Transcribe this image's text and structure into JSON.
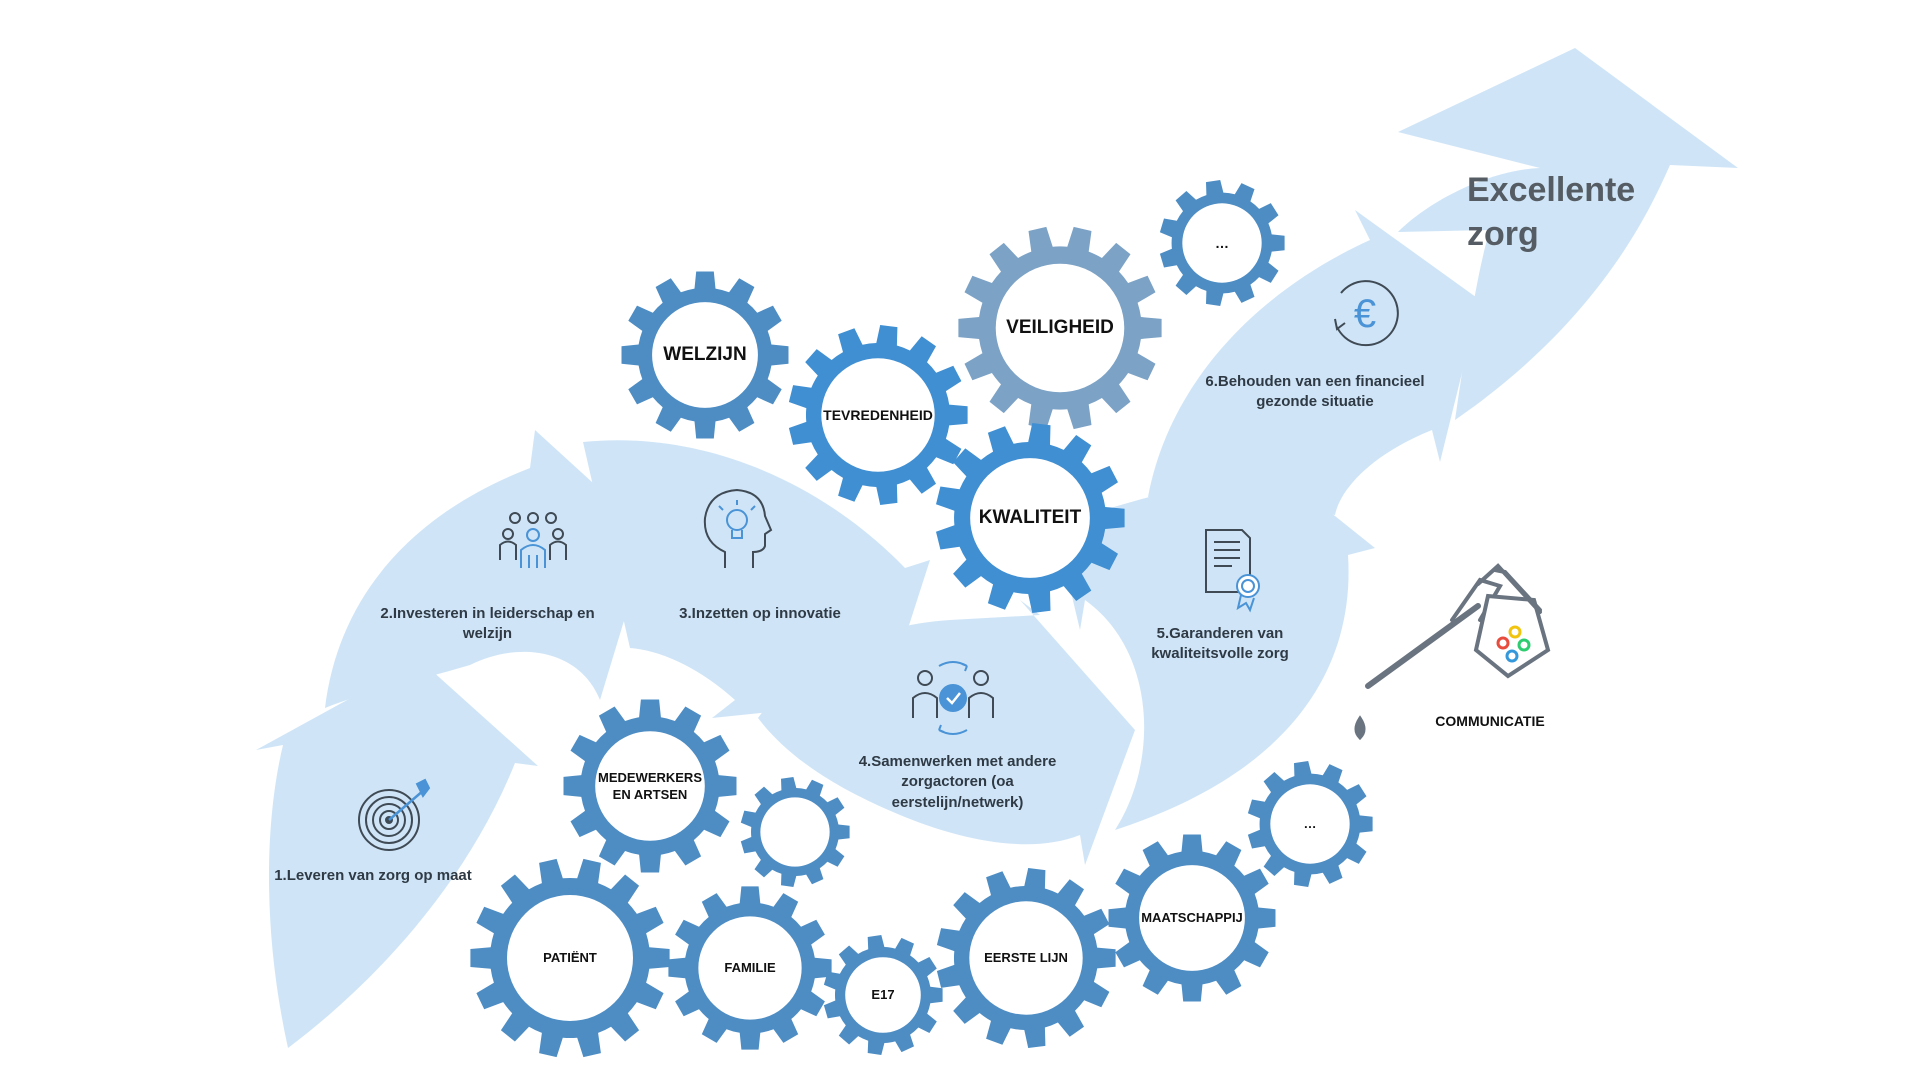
{
  "title": [
    "Excellente",
    "zorg"
  ],
  "steps": [
    {
      "label": "1.Leveren van zorg op maat",
      "icon": "target-icon"
    },
    {
      "label": "2.Investeren in leiderschap en welzijn",
      "icon": "team-icon"
    },
    {
      "label": "3.Inzetten op innovatie",
      "icon": "idea-head-icon"
    },
    {
      "label": "4.Samenwerken met andere zorgactoren (oa eerstelijn/netwerk)",
      "icon": "collaboration-icon"
    },
    {
      "label": "5.Garanderen van kwaliteitsvolle zorg",
      "icon": "certificate-icon"
    },
    {
      "label": "6.Behouden van een financieel gezonde situatie",
      "icon": "euro-cycle-icon"
    }
  ],
  "gears_top": [
    "WELZIJN",
    "TEVREDENHEID",
    "VEILIGHEID",
    "…",
    "KWALITEIT"
  ],
  "gears_bottom": [
    "MEDEWERKERS EN ARTSEN",
    "",
    "PATIËNT",
    "FAMILIE",
    "E17",
    "EERSTE LIJN",
    "MAATSCHAPPIJ",
    "…"
  ],
  "communication": {
    "label": "COMMUNICATIE",
    "icon": "oil-can-icon"
  },
  "colors": {
    "arrow": "#cfe5f7",
    "gear": "#4d8dc4",
    "gear_bright": "#3f8fd2",
    "gear_grey": "#7ca2c6",
    "icon": "#3f4a55",
    "icon_accent": "#4a93d6"
  }
}
